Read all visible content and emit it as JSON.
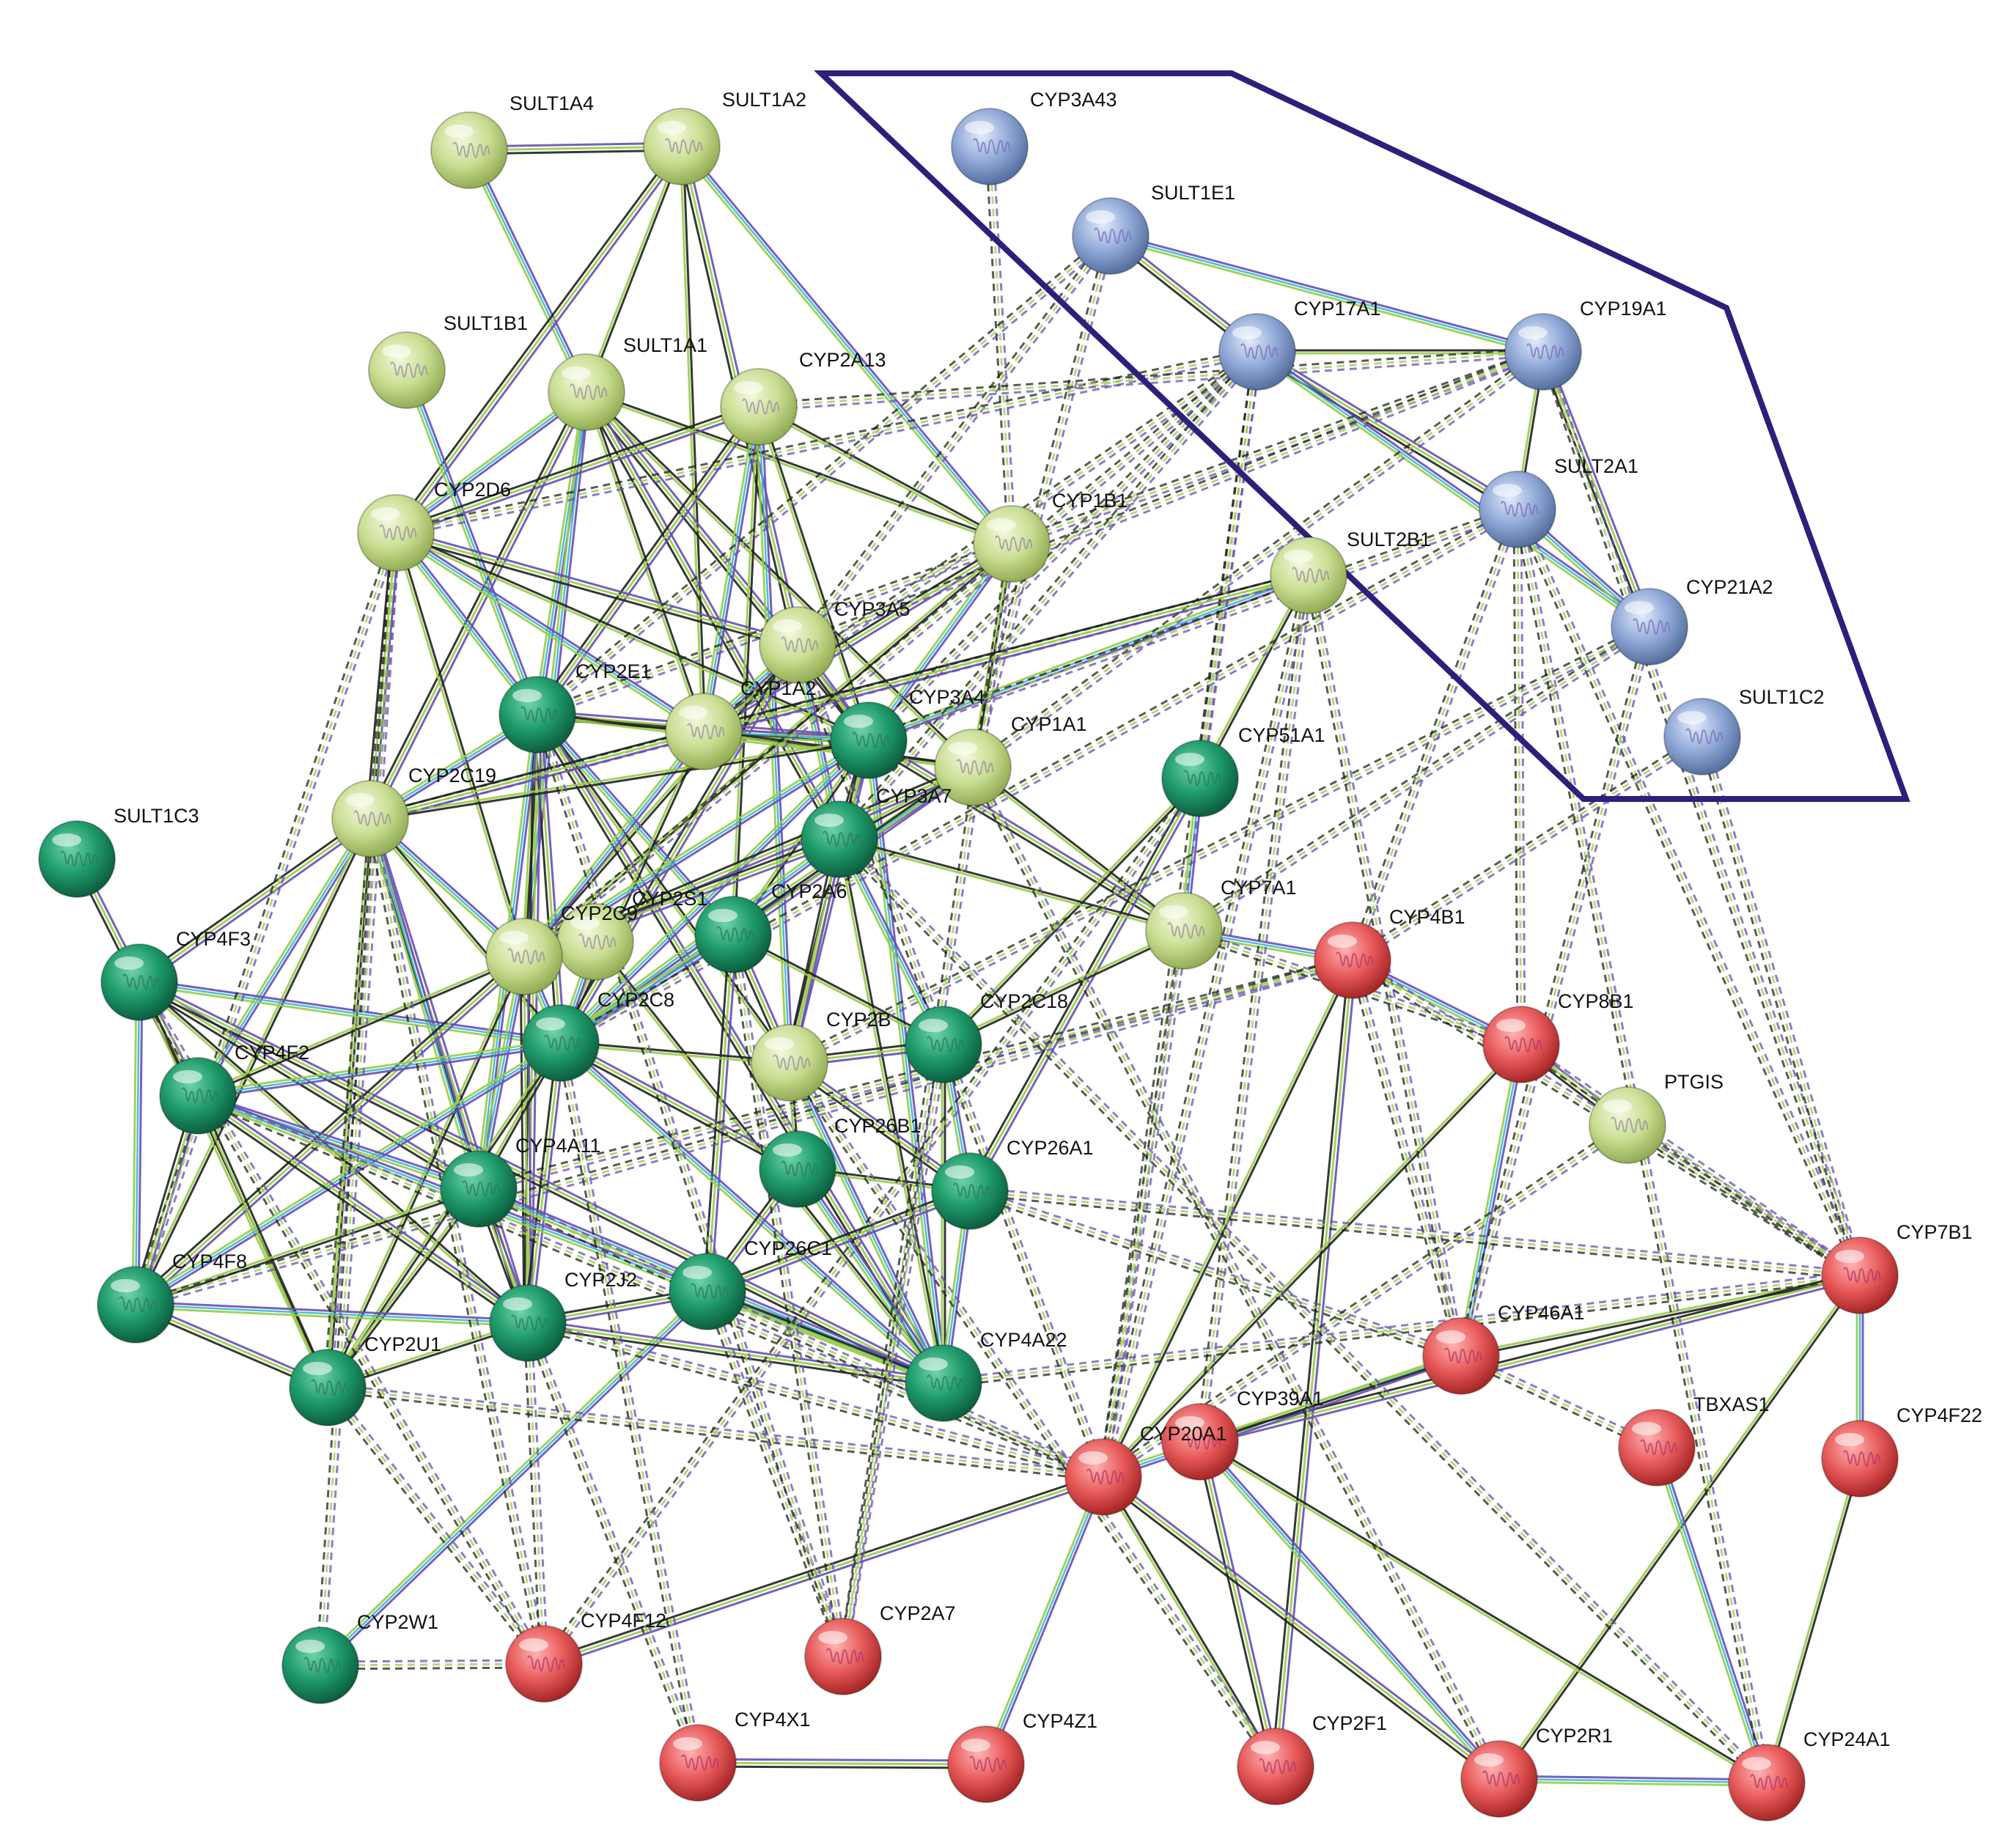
{
  "colors": {
    "lightgreen": "#c9de92",
    "green": "#1e9a6a",
    "blue": "#8fa8d8",
    "red": "#e85a5a",
    "purple_edge": "#6a4fb3",
    "green_edge": "#9acd4a",
    "cyan_edge": "#3ab5d8",
    "black_edge": "#222222",
    "cluster_outline": "#2e1f7a"
  },
  "nodes": [
    {
      "id": "SULT1A4",
      "label": "SULT1A4",
      "color": "lightgreen"
    },
    {
      "id": "SULT1A2",
      "label": "SULT1A2",
      "color": "lightgreen"
    },
    {
      "id": "CYP3A43",
      "label": "CYP3A43",
      "color": "blue"
    },
    {
      "id": "SULT1E1",
      "label": "SULT1E1",
      "color": "blue"
    },
    {
      "id": "SULT1B1",
      "label": "SULT1B1",
      "color": "lightgreen"
    },
    {
      "id": "SULT1A1",
      "label": "SULT1A1",
      "color": "lightgreen"
    },
    {
      "id": "CYP2A13",
      "label": "CYP2A13",
      "color": "lightgreen"
    },
    {
      "id": "CYP17A1",
      "label": "CYP17A1",
      "color": "blue"
    },
    {
      "id": "CYP19A1",
      "label": "CYP19A1",
      "color": "blue"
    },
    {
      "id": "CYP2D6",
      "label": "CYP2D6",
      "color": "lightgreen"
    },
    {
      "id": "CYP1B1",
      "label": "CYP1B1",
      "color": "lightgreen"
    },
    {
      "id": "SULT2A1",
      "label": "SULT2A1",
      "color": "blue"
    },
    {
      "id": "SULT2B1",
      "label": "SULT2B1",
      "color": "lightgreen"
    },
    {
      "id": "CYP21A2",
      "label": "CYP21A2",
      "color": "blue"
    },
    {
      "id": "CYP3A5",
      "label": "CYP3A5",
      "color": "lightgreen"
    },
    {
      "id": "CYP2E1",
      "label": "CYP2E1",
      "color": "green"
    },
    {
      "id": "CYP1A2",
      "label": "CYP1A2",
      "color": "lightgreen"
    },
    {
      "id": "CYP3A4",
      "label": "CYP3A4",
      "color": "green"
    },
    {
      "id": "SULT1C2",
      "label": "SULT1C2",
      "color": "blue"
    },
    {
      "id": "CYP1A1",
      "label": "CYP1A1",
      "color": "lightgreen"
    },
    {
      "id": "CYP51A1",
      "label": "CYP51A1",
      "color": "green"
    },
    {
      "id": "CYP2C19",
      "label": "CYP2C19",
      "color": "lightgreen"
    },
    {
      "id": "CYP3A7",
      "label": "CYP3A7",
      "color": "green"
    },
    {
      "id": "SULT1C3",
      "label": "SULT1C3",
      "color": "green"
    },
    {
      "id": "CYP2S1",
      "label": "CYP2S1",
      "color": "lightgreen"
    },
    {
      "id": "CYP2A6",
      "label": "CYP2A6",
      "color": "green"
    },
    {
      "id": "CYP7A1",
      "label": "CYP7A1",
      "color": "lightgreen"
    },
    {
      "id": "CYP4F3",
      "label": "CYP4F3",
      "color": "green"
    },
    {
      "id": "CYP2C9",
      "label": "CYP2C9",
      "color": "lightgreen"
    },
    {
      "id": "CYP4B1",
      "label": "CYP4B1",
      "color": "red"
    },
    {
      "id": "CYP2C8",
      "label": "CYP2C8",
      "color": "green"
    },
    {
      "id": "CYP2C18",
      "label": "CYP2C18",
      "color": "green"
    },
    {
      "id": "CYP8B1",
      "label": "CYP8B1",
      "color": "red"
    },
    {
      "id": "CYP4F2",
      "label": "CYP4F2",
      "color": "green"
    },
    {
      "id": "CYP2B6",
      "label": "CYP2B",
      "color": "lightgreen"
    },
    {
      "id": "PTGIS",
      "label": "PTGIS",
      "color": "lightgreen"
    },
    {
      "id": "CYP26B1",
      "label": "CYP26B1",
      "color": "green"
    },
    {
      "id": "CYP4A11",
      "label": "CYP4A11",
      "color": "green"
    },
    {
      "id": "CYP26A1",
      "label": "CYP26A1",
      "color": "green"
    },
    {
      "id": "CYP7B1",
      "label": "CYP7B1",
      "color": "red"
    },
    {
      "id": "CYP4F8",
      "label": "CYP4F8",
      "color": "green"
    },
    {
      "id": "CYP26C1",
      "label": "CYP26C1",
      "color": "green"
    },
    {
      "id": "CYP2J2",
      "label": "CYP2J2",
      "color": "green"
    },
    {
      "id": "CYP46A1",
      "label": "CYP46A1",
      "color": "red"
    },
    {
      "id": "CYP2U1",
      "label": "CYP2U1",
      "color": "green"
    },
    {
      "id": "CYP4A22",
      "label": "CYP4A22",
      "color": "green"
    },
    {
      "id": "CYP39A1",
      "label": "CYP39A1",
      "color": "red"
    },
    {
      "id": "TBXAS1",
      "label": "TBXAS1",
      "color": "red"
    },
    {
      "id": "CYP4F22",
      "label": "CYP4F22",
      "color": "red"
    },
    {
      "id": "CYP20A1",
      "label": "CYP20A1",
      "color": "red"
    },
    {
      "id": "CYP2W1",
      "label": "CYP2W1",
      "color": "green"
    },
    {
      "id": "CYP4F12",
      "label": "CYP4F12",
      "color": "red"
    },
    {
      "id": "CYP2A7",
      "label": "CYP2A7",
      "color": "red"
    },
    {
      "id": "CYP4X1",
      "label": "CYP4X1",
      "color": "red"
    },
    {
      "id": "CYP4Z1",
      "label": "CYP4Z1",
      "color": "red"
    },
    {
      "id": "CYP2F1",
      "label": "CYP2F1",
      "color": "red"
    },
    {
      "id": "CYP2R1",
      "label": "CYP2R1",
      "color": "red"
    },
    {
      "id": "CYP24A1",
      "label": "CYP24A1",
      "color": "red"
    }
  ],
  "edges_solid": [
    [
      "SULT1A4",
      "SULT1A2"
    ],
    [
      "SULT1A4",
      "SULT1A1"
    ],
    [
      "SULT1A2",
      "SULT1A1"
    ],
    [
      "SULT1A2",
      "CYP3A5"
    ],
    [
      "SULT1A2",
      "CYP1B1"
    ],
    [
      "SULT1A2",
      "CYP1A2"
    ],
    [
      "SULT1A2",
      "CYP2D6"
    ],
    [
      "SULT1A1",
      "CYP2D6"
    ],
    [
      "SULT1A1",
      "CYP1A2"
    ],
    [
      "SULT1A1",
      "CYP3A4"
    ],
    [
      "SULT1A1",
      "CYP2E1"
    ],
    [
      "SULT1A1",
      "CYP1A1"
    ],
    [
      "SULT1A1",
      "CYP2C19"
    ],
    [
      "SULT1A1",
      "CYP2C9"
    ],
    [
      "SULT1A1",
      "CYP1B1"
    ],
    [
      "SULT1A1",
      "CYP3A7"
    ],
    [
      "SULT1B1",
      "CYP2E1"
    ],
    [
      "CYP2A13",
      "CYP2A6"
    ],
    [
      "CYP2A13",
      "CYP2E1"
    ],
    [
      "CYP2A13",
      "CYP1A2"
    ],
    [
      "CYP2A13",
      "CYP1B1"
    ],
    [
      "CYP2A13",
      "CYP2D6"
    ],
    [
      "CYP2A13",
      "CYP2B6"
    ],
    [
      "CYP2A13",
      "CYP3A4"
    ],
    [
      "SULT1E1",
      "CYP17A1"
    ],
    [
      "SULT1E1",
      "CYP19A1"
    ],
    [
      "CYP17A1",
      "CYP19A1"
    ],
    [
      "CYP17A1",
      "SULT2A1"
    ],
    [
      "CYP17A1",
      "CYP21A2"
    ],
    [
      "CYP19A1",
      "SULT2A1"
    ],
    [
      "CYP19A1",
      "CYP21A2"
    ],
    [
      "SULT2A1",
      "CYP21A2"
    ],
    [
      "CYP2D6",
      "CYP3A4"
    ],
    [
      "CYP2D6",
      "CYP2C19"
    ],
    [
      "CYP2D6",
      "CYP1A2"
    ],
    [
      "CYP2D6",
      "CYP2C9"
    ],
    [
      "CYP2D6",
      "CYP3A5"
    ],
    [
      "CYP2D6",
      "CYP2E1"
    ],
    [
      "CYP1B1",
      "CYP1A1"
    ],
    [
      "CYP1B1",
      "CYP1A2"
    ],
    [
      "CYP1B1",
      "CYP3A4"
    ],
    [
      "CYP1B1",
      "CYP2C9"
    ],
    [
      "SULT2B1",
      "CYP1A2"
    ],
    [
      "SULT2B1",
      "CYP3A4"
    ],
    [
      "SULT2B1",
      "CYP51A1"
    ],
    [
      "CYP3A5",
      "CYP3A4"
    ],
    [
      "CYP3A5",
      "CYP3A7"
    ],
    [
      "CYP3A5",
      "CYP2C9"
    ],
    [
      "CYP3A5",
      "CYP2C8"
    ],
    [
      "CYP3A5",
      "CYP1A2"
    ],
    [
      "CYP2E1",
      "CYP1A2"
    ],
    [
      "CYP2E1",
      "CYP3A4"
    ],
    [
      "CYP2E1",
      "CYP2C19"
    ],
    [
      "CYP2E1",
      "CYP2C9"
    ],
    [
      "CYP2E1",
      "CYP2C8"
    ],
    [
      "CYP2E1",
      "CYP2A6"
    ],
    [
      "CYP2E1",
      "CYP1A1"
    ],
    [
      "CYP2E1",
      "CYP2J2"
    ],
    [
      "CYP2E1",
      "CYP4A11"
    ],
    [
      "CYP2E1",
      "CYP2B6"
    ],
    [
      "CYP2E1",
      "CYP4A22"
    ],
    [
      "CYP1A2",
      "CYP3A4"
    ],
    [
      "CYP1A2",
      "CYP1A1"
    ],
    [
      "CYP1A2",
      "CYP2C19"
    ],
    [
      "CYP1A2",
      "CYP2C9"
    ],
    [
      "CYP1A2",
      "CYP2C8"
    ],
    [
      "CYP3A4",
      "CYP3A7"
    ],
    [
      "CYP3A4",
      "CYP2C9"
    ],
    [
      "CYP3A4",
      "CYP2C19"
    ],
    [
      "CYP3A4",
      "CYP2B6"
    ],
    [
      "CYP3A4",
      "CYP2C8"
    ],
    [
      "CYP3A4",
      "CYP2A6"
    ],
    [
      "CYP3A4",
      "CYP7A1"
    ],
    [
      "CYP3A4",
      "CYP4A22"
    ],
    [
      "CYP1A1",
      "CYP3A7"
    ],
    [
      "CYP1A1",
      "CYP2C9"
    ],
    [
      "CYP1A1",
      "CYP2C8"
    ],
    [
      "CYP1A1",
      "CYP7A1"
    ],
    [
      "CYP1A1",
      "CYP2A6"
    ],
    [
      "CYP51A1",
      "CYP7A1"
    ],
    [
      "CYP51A1",
      "CYP2C18"
    ],
    [
      "CYP51A1",
      "CYP26A1"
    ],
    [
      "CYP2C19",
      "CYP2C9"
    ],
    [
      "CYP2C19",
      "CYP2C8"
    ],
    [
      "CYP2C19",
      "CYP4F3"
    ],
    [
      "CYP2C19",
      "CYP4F2"
    ],
    [
      "CYP2C19",
      "CYP2U1"
    ],
    [
      "CYP2C19",
      "CYP2J2"
    ],
    [
      "CYP2C19",
      "CYP4A11"
    ],
    [
      "CYP2C19",
      "CYP4F8"
    ],
    [
      "CYP3A7",
      "CYP2C9"
    ],
    [
      "CYP3A7",
      "CYP2C8"
    ],
    [
      "CYP3A7",
      "CYP7A1"
    ],
    [
      "CYP3A7",
      "CYP2B6"
    ],
    [
      "CYP3A7",
      "CYP2C18"
    ],
    [
      "CYP3A7",
      "CYP4A22"
    ],
    [
      "SULT1C3",
      "CYP4F3"
    ],
    [
      "CYP2S1",
      "CYP2C8"
    ],
    [
      "CYP2S1",
      "CYP4A22"
    ],
    [
      "CYP2A6",
      "CYP2B6"
    ],
    [
      "CYP2A6",
      "CYP2C8"
    ],
    [
      "CYP2A6",
      "CYP2C18"
    ],
    [
      "CYP2A6",
      "CYP26C1"
    ],
    [
      "CYP7A1",
      "CYP4B1"
    ],
    [
      "CYP7A1",
      "CYP2C18"
    ],
    [
      "CYP4F3",
      "CYP4F2"
    ],
    [
      "CYP4F3",
      "CYP4F8"
    ],
    [
      "CYP4F3",
      "CYP2U1"
    ],
    [
      "CYP4F3",
      "CYP4A11"
    ],
    [
      "CYP4F3",
      "CYP2C8"
    ],
    [
      "CYP4F3",
      "CYP2J2"
    ],
    [
      "CYP4F3",
      "CYP4A22"
    ],
    [
      "CYP2C9",
      "CYP2C8"
    ],
    [
      "CYP2C9",
      "CYP4F2"
    ],
    [
      "CYP2C9",
      "CYP2J2"
    ],
    [
      "CYP2C9",
      "CYP4A11"
    ],
    [
      "CYP2C9",
      "CYP2U1"
    ],
    [
      "CYP2C9",
      "CYP4F8"
    ],
    [
      "CYP4B1",
      "CYP8B1"
    ],
    [
      "CYP4B1",
      "CYP20A1"
    ],
    [
      "CYP4B1",
      "CYP2F1"
    ],
    [
      "CYP2C8",
      "CYP4F2"
    ],
    [
      "CYP2C8",
      "CYP4A11"
    ],
    [
      "CYP2C8",
      "CYP2J2"
    ],
    [
      "CYP2C8",
      "CYP4F8"
    ],
    [
      "CYP2C8",
      "CYP2U1"
    ],
    [
      "CYP2C8",
      "CYP26B1"
    ],
    [
      "CYP2C8",
      "CYP4A22"
    ],
    [
      "CYP2C8",
      "CYP2B6"
    ],
    [
      "CYP2C18",
      "CYP2B6"
    ],
    [
      "CYP2C18",
      "CYP26A1"
    ],
    [
      "CYP2C18",
      "CYP4A22"
    ],
    [
      "CYP8B1",
      "PTGIS"
    ],
    [
      "CYP8B1",
      "CYP46A1"
    ],
    [
      "CYP8B1",
      "CYP20A1"
    ],
    [
      "CYP4F2",
      "CYP4F8"
    ],
    [
      "CYP4F2",
      "CYP4A11"
    ],
    [
      "CYP4F2",
      "CYP2U1"
    ],
    [
      "CYP4F2",
      "CYP2J2"
    ],
    [
      "CYP4F2",
      "CYP4A22"
    ],
    [
      "CYP2B6",
      "CYP26B1"
    ],
    [
      "CYP2B6",
      "CYP26A1"
    ],
    [
      "CYP2B6",
      "CYP4A22"
    ],
    [
      "CYP26B1",
      "CYP26A1"
    ],
    [
      "CYP26B1",
      "CYP26C1"
    ],
    [
      "CYP26B1",
      "CYP4A22"
    ],
    [
      "CYP4A11",
      "CYP4F8"
    ],
    [
      "CYP4A11",
      "CYP2J2"
    ],
    [
      "CYP4A11",
      "CYP4A22"
    ],
    [
      "CYP4A11",
      "CYP2U1"
    ],
    [
      "CYP26A1",
      "CYP26C1"
    ],
    [
      "CYP26A1",
      "CYP4A22"
    ],
    [
      "CYP7B1",
      "CYP46A1"
    ],
    [
      "CYP7B1",
      "CYP39A1"
    ],
    [
      "CYP7B1",
      "CYP4F22"
    ],
    [
      "CYP7B1",
      "CYP2R1"
    ],
    [
      "CYP4F8",
      "CYP2U1"
    ],
    [
      "CYP4F8",
      "CYP2J2"
    ],
    [
      "CYP26C1",
      "CYP4A22"
    ],
    [
      "CYP26C1",
      "CYP2J2"
    ],
    [
      "CYP26C1",
      "CYP2W1"
    ],
    [
      "CYP2J2",
      "CYP2U1"
    ],
    [
      "CYP2J2",
      "CYP4A22"
    ],
    [
      "CYP46A1",
      "CYP20A1"
    ],
    [
      "CYP46A1",
      "CYP39A1"
    ],
    [
      "CYP39A1",
      "CYP2F1"
    ],
    [
      "CYP39A1",
      "CYP2R1"
    ],
    [
      "CYP39A1",
      "CYP24A1"
    ],
    [
      "CYP20A1",
      "CYP4F12"
    ],
    [
      "CYP20A1",
      "CYP4Z1"
    ],
    [
      "CYP20A1",
      "CYP2F1"
    ],
    [
      "CYP20A1",
      "CYP2R1"
    ],
    [
      "TBXAS1",
      "CYP24A1"
    ],
    [
      "CYP4F22",
      "CYP24A1"
    ],
    [
      "CYP4X1",
      "CYP4Z1"
    ],
    [
      "CYP2R1",
      "CYP24A1"
    ]
  ],
  "edges_dashed": [
    [
      "CYP3A43",
      "CYP1B1"
    ],
    [
      "SULT1E1",
      "CYP3A5"
    ],
    [
      "SULT1E1",
      "CYP2E1"
    ],
    [
      "SULT1E1",
      "CYP1A1"
    ],
    [
      "CYP17A1",
      "CYP3A4"
    ],
    [
      "CYP17A1",
      "CYP1A2"
    ],
    [
      "CYP17A1",
      "CYP2C9"
    ],
    [
      "CYP17A1",
      "CYP3A7"
    ],
    [
      "CYP17A1",
      "CYP20A1"
    ],
    [
      "CYP17A1",
      "CYP51A1"
    ],
    [
      "CYP17A1",
      "CYP2D6"
    ],
    [
      "CYP19A1",
      "CYP1A1"
    ],
    [
      "CYP19A1",
      "CYP2E1"
    ],
    [
      "CYP19A1",
      "CYP7B1"
    ],
    [
      "CYP19A1",
      "CYP3A5"
    ],
    [
      "CYP19A1",
      "CYP2A13"
    ],
    [
      "SULT2A1",
      "CYP7B1"
    ],
    [
      "SULT2A1",
      "CYP2C8"
    ],
    [
      "SULT2A1",
      "CYP3A4"
    ],
    [
      "SULT2A1",
      "CYP8B1"
    ],
    [
      "SULT2A1",
      "CYP4B1"
    ],
    [
      "CYP21A2",
      "CYP7A1"
    ],
    [
      "CYP21A2",
      "CYP46A1"
    ],
    [
      "CYP21A2",
      "CYP2B6"
    ],
    [
      "SULT1C2",
      "CYP4B1"
    ],
    [
      "SULT1C2",
      "CYP7B1"
    ],
    [
      "SULT2B1",
      "CYP46A1"
    ],
    [
      "SULT2B1",
      "CYP39A1"
    ],
    [
      "SULT2B1",
      "CYP20A1"
    ],
    [
      "SULT2B1",
      "CYP2C19"
    ],
    [
      "CYP2D6",
      "CYP2U1"
    ],
    [
      "CYP2D6",
      "CYP4F8"
    ],
    [
      "CYP2D6",
      "CYP2W1"
    ],
    [
      "CYP2C19",
      "CYP4F12"
    ],
    [
      "CYP2J2",
      "CYP4X1"
    ],
    [
      "CYP2J2",
      "CYP4F12"
    ],
    [
      "CYP2U1",
      "CYP4F12"
    ],
    [
      "CYP2U1",
      "CYP20A1"
    ],
    [
      "CYP2W1",
      "CYP4F12"
    ],
    [
      "CYP26C1",
      "CYP2A7"
    ],
    [
      "CYP2A6",
      "CYP2A7"
    ],
    [
      "CYP4B1",
      "CYP7B1"
    ],
    [
      "CYP4B1",
      "CYP46A1"
    ],
    [
      "CYP4B1",
      "CYP4F8"
    ],
    [
      "CYP4B1",
      "CYP4A11"
    ],
    [
      "CYP4A22",
      "CYP7B1"
    ],
    [
      "CYP26A1",
      "CYP7B1"
    ],
    [
      "CYP26A1",
      "CYP46A1"
    ],
    [
      "PTGIS",
      "CYP7B1"
    ],
    [
      "PTGIS",
      "CYP20A1"
    ],
    [
      "CYP7A1",
      "CYP20A1"
    ],
    [
      "CYP7A1",
      "CYP8B1"
    ],
    [
      "CYP46A1",
      "TBXAS1"
    ],
    [
      "CYP8B1",
      "CYP7B1"
    ],
    [
      "CYP4F2",
      "CYP20A1"
    ],
    [
      "CYP4F3",
      "CYP4F12"
    ],
    [
      "CYP3A5",
      "CYP20A1"
    ],
    [
      "CYP1B1",
      "CYP2A7"
    ],
    [
      "CYP2C18",
      "CYP2A7"
    ],
    [
      "CYP2J2",
      "CYP20A1"
    ],
    [
      "CYP51A1",
      "CYP4F12"
    ],
    [
      "CYP4A11",
      "CYP20A1"
    ],
    [
      "CYP2B6",
      "CYP2F1"
    ],
    [
      "CYP1A1",
      "CYP2R1"
    ],
    [
      "CYP3A7",
      "CYP24A1"
    ],
    [
      "SULT2A1",
      "CYP24A1"
    ],
    [
      "CYP2C8",
      "CYP4X1"
    ],
    [
      "CYP2E1",
      "CYP2A7"
    ]
  ],
  "layout_note": ""
}
